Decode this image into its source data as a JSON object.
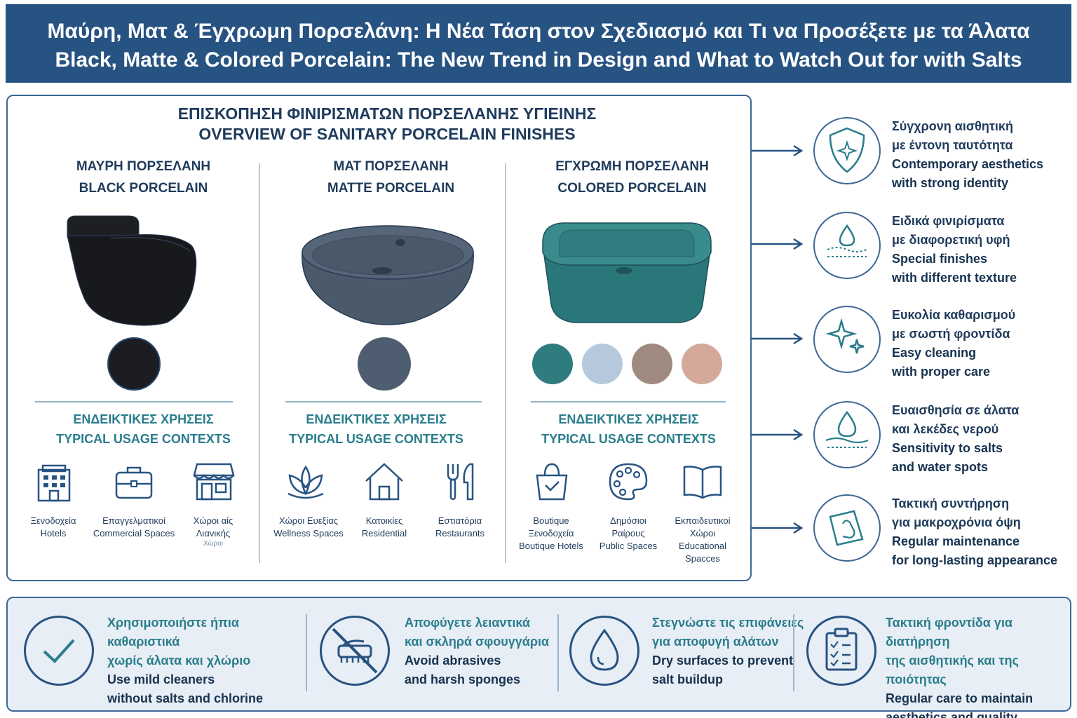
{
  "banner": {
    "title_gr": "Μαύρη, Ματ & Έγχρωμη Πορσελάνη: Η Νέα Τάση στον Σχεδιασμό και Τι να Προσέξετε με τα Άλατα",
    "title_en": "Black, Matte & Colored Porcelain: The New Trend in Design and What to Watch Out for with Salts"
  },
  "overview": {
    "title_gr": "ΕΠΙΣΚΟΠΗΣΗ ΦΙΝΙΡΙΣΜΑΤΩΝ ΠΟΡΣΕΛΑΝΗΣ ΥΓΙΕΙΝΗΣ",
    "title_en": "OVERVIEW OF SANITARY PORCELAIN FINISHES",
    "usage_gr": "ΕΝΔΕΙΚΤΙΚΕΣ ΧΡΗΣΕΙΣ",
    "usage_en": "TYPICAL USAGE CONTEXTS",
    "columns": [
      {
        "name_gr": "ΜΑΥΡΗ ΠΟΡΣΕΛΑΝΗ",
        "name_en": "BLACK PORCELAIN",
        "product_icon": "black-toilet",
        "swatches": [
          "#1b1d20"
        ],
        "uses": [
          {
            "icon": "hotel-icon",
            "gr": "Ξενοδοχεία",
            "en": "Hotels"
          },
          {
            "icon": "briefcase-icon",
            "gr": "Επαγγελματικοί",
            "en": "Commercial Spaces"
          },
          {
            "icon": "storefront-icon",
            "gr": "Χώροι αίς",
            "en": "Λιανικής",
            "extra": "Χώροι"
          }
        ]
      },
      {
        "name_gr": "ΜΑΤ ΠΟΡΣΕΛΑΝΗ",
        "name_en": "MATTE PORCELAIN",
        "product_icon": "matte-basin",
        "swatches": [
          "#4e5e70"
        ],
        "uses": [
          {
            "icon": "lotus-icon",
            "gr": "Χώροι Ευεξίας",
            "en": "Wellness Spaces"
          },
          {
            "icon": "house-icon",
            "gr": "Κατοικίες",
            "en": "Residential"
          },
          {
            "icon": "cutlery-icon",
            "gr": "Εστιατόρια",
            "en": "Restaurants"
          }
        ]
      },
      {
        "name_gr": "ΕΓΧΡΩΜΗ ΠΟΡΣΕΛΑΝΗ",
        "name_en": "COLORED PORCELAIN",
        "product_icon": "teal-basin",
        "swatches": [
          "#2f7c7f",
          "#b6c9dc",
          "#9e8a7e",
          "#d5a99a"
        ],
        "uses": [
          {
            "icon": "shopping-bag-icon",
            "gr": "Boutique",
            "gr2": "Ξενοδοχεία",
            "en": "Boutique Hotels"
          },
          {
            "icon": "palette-icon",
            "gr": "Δημόσιοι",
            "gr2": "Ραίρους",
            "en": "Public Spaces"
          },
          {
            "icon": "book-icon",
            "gr": "Εκπαιδευτικοί",
            "gr2": "Χώροι",
            "en": "Educational",
            "en2": "Spacces"
          }
        ]
      }
    ]
  },
  "side_items": [
    {
      "icon": "shield-sparkle-icon",
      "gr1": "Σύγχρονη αισθητική",
      "gr2": "με έντονη ταυτότητα",
      "en1": "Contemporary aesthetics",
      "en2": "with strong identity"
    },
    {
      "icon": "droplet-texture-icon",
      "gr1": "Ειδικά φινιρίσματα",
      "gr2": "με διαφορετική υφή",
      "en1": "Special finishes",
      "en2": "with different texture"
    },
    {
      "icon": "sparkles-icon",
      "gr1": "Ευκολία καθαρισμού",
      "gr2": "με σωστή φροντίδα",
      "en1": "Easy cleaning",
      "en2": "with proper care"
    },
    {
      "icon": "droplet-layers-icon",
      "gr1": "Ευαισθησία σε άλατα",
      "gr2": "και λεκέδες νερού",
      "en1": "Sensitivity to salts",
      "en2": "and water spots"
    },
    {
      "icon": "cloth-wipe-icon",
      "gr1": "Τακτική συντήρηση",
      "gr2": "για μακροχρόνια όψη",
      "en1": "Regular maintenance",
      "en2": "for long-lasting appearance"
    }
  ],
  "tips": [
    {
      "icon": "checkmark-icon",
      "gr1": "Χρησιμοποιήστε ήπια καθαριστικά",
      "gr2": "χωρίς άλατα και χλώριο",
      "en1": "Use mild cleaners",
      "en2": "without salts and chlorine"
    },
    {
      "icon": "no-scrub-brush-icon",
      "gr1": "Αποφύγετε λειαντικά",
      "gr2": "και σκληρά σφουγγάρια",
      "en1": "Avoid abrasives",
      "en2": "and harsh sponges"
    },
    {
      "icon": "water-drop-icon",
      "gr1": "Στεγνώστε τις επιφάνειες",
      "gr2": "για αποφυγή αλάτων",
      "en1": "Dry surfaces to prevent",
      "en2": "salt buildup"
    },
    {
      "icon": "clipboard-checklist-icon",
      "gr1": "Τακτική φροντίδα για διατήρηση",
      "gr2": "της αισθητικής και της ποιότητας",
      "en1": "Regular care to maintain",
      "en2": "aesthetics and quality"
    }
  ]
}
